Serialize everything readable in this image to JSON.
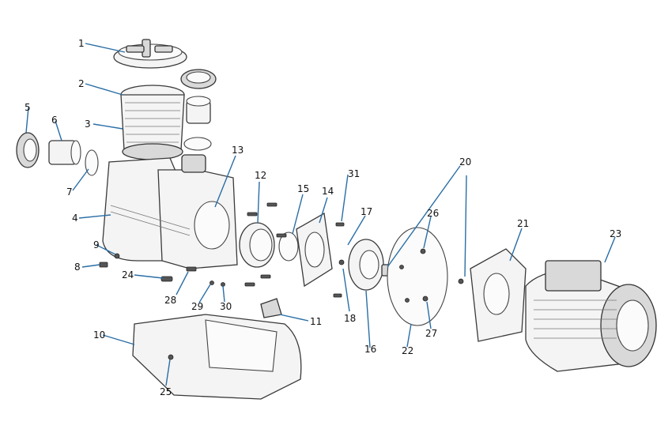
{
  "callouts": [
    "1",
    "2",
    "3",
    "4",
    "5",
    "6",
    "7",
    "8",
    "9",
    "10",
    "11",
    "12",
    "13",
    "14",
    "15",
    "16",
    "17",
    "18",
    "20",
    "21",
    "22",
    "23",
    "24",
    "25",
    "26",
    "27",
    "28",
    "29",
    "30",
    "31"
  ]
}
